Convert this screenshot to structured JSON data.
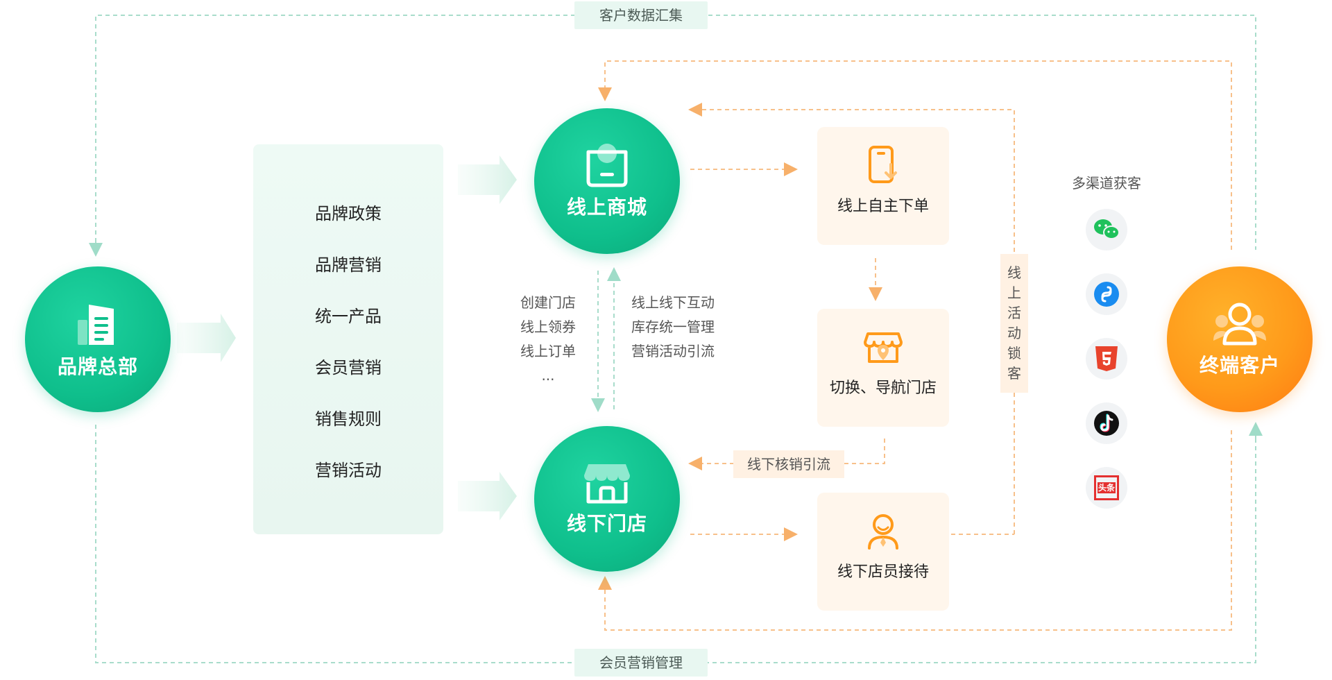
{
  "top_tag": "客户数据汇集",
  "bottom_tag": "会员营销管理",
  "hq": {
    "label": "品牌总部",
    "icon": "building-icon"
  },
  "panel_items": [
    "品牌政策",
    "品牌营销",
    "统一产品",
    "会员营销",
    "销售规则",
    "营销活动"
  ],
  "online_mall": {
    "label": "线上商城",
    "icon": "shopping-bag-icon"
  },
  "offline_store": {
    "label": "线下门店",
    "icon": "storefront-icon"
  },
  "left_notes": [
    "创建门店",
    "线上领券",
    "线上订单",
    "..."
  ],
  "right_notes": [
    "线上线下互动",
    "库存统一管理",
    "营销活动引流"
  ],
  "cards": [
    {
      "label": "线上自主下单",
      "icon": "phone-download-icon"
    },
    {
      "label": "切换、导航门店",
      "icon": "shop-location-icon"
    },
    {
      "label": "线下店员接待",
      "icon": "staff-icon"
    }
  ],
  "vertical_label": [
    "线",
    "上",
    "活",
    "动",
    "锁",
    "客"
  ],
  "horizontal_label": "线下核销引流",
  "channels_title": "多渠道获客",
  "channels": [
    "wechat-icon",
    "mini-program-icon",
    "html5-icon",
    "tiktok-icon",
    "toutiao-icon"
  ],
  "toutiao_text": "头条",
  "customer": {
    "label": "终端客户",
    "icon": "customer-group-icon"
  },
  "colors": {
    "green": "#0fbf8c",
    "orange": "#ff9a1a",
    "line_green": "#9fdcc8",
    "line_orange": "#f7c08a"
  }
}
